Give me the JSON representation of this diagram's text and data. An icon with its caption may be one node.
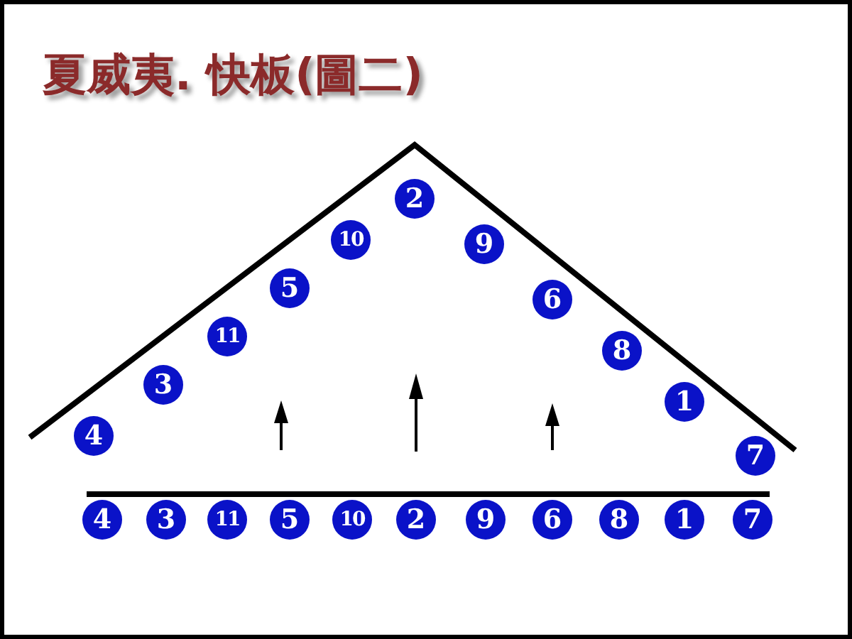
{
  "diagram": {
    "title": "夏威夷. 快板(圖二)",
    "nodes": [
      {
        "text": [
          "4"
        ]
      },
      {
        "text": [
          "3"
        ]
      },
      {
        "text": [
          "11"
        ]
      },
      {
        "text": [
          "5"
        ]
      },
      {
        "text": [
          "10"
        ]
      },
      {
        "text": [
          "2"
        ]
      },
      {
        "text": [
          "9"
        ]
      },
      {
        "text": [
          "6"
        ]
      },
      {
        "text": [
          "8"
        ]
      },
      {
        "text": [
          "1"
        ]
      },
      {
        "text": [
          "7"
        ]
      },
      {
        "text": [
          "4"
        ]
      },
      {
        "text": [
          "3"
        ]
      },
      {
        "text": [
          "11"
        ]
      },
      {
        "text": [
          "5"
        ]
      },
      {
        "text": [
          "10"
        ]
      },
      {
        "text": [
          "2"
        ]
      },
      {
        "text": [
          "9"
        ]
      },
      {
        "text": [
          "6"
        ]
      },
      {
        "text": [
          "8"
        ]
      },
      {
        "text": [
          "1"
        ]
      },
      {
        "text": [
          "7"
        ]
      }
    ]
  }
}
